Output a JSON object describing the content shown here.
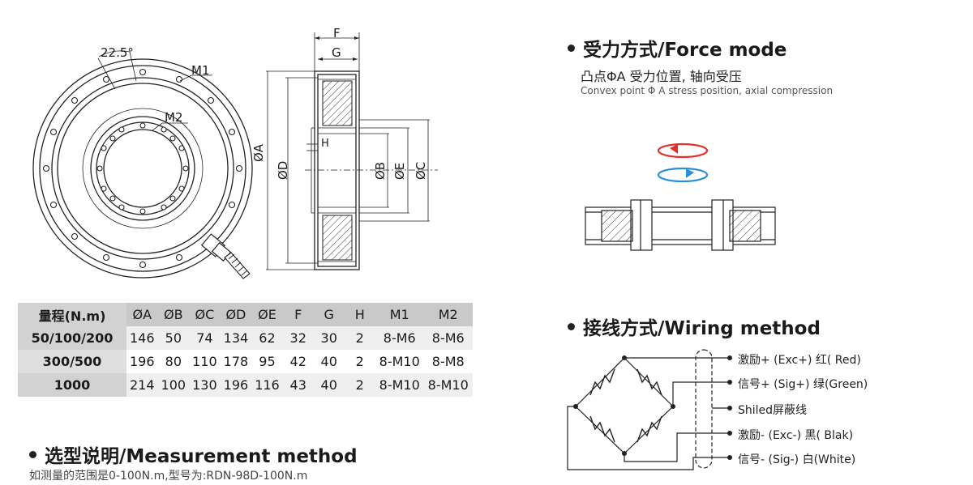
{
  "drawing": {
    "angle_label": "22.5°",
    "m1_label": "M1",
    "m2_label": "M2",
    "dim_f": "F",
    "dim_g": "G",
    "dim_h": "H",
    "dim_a": "ØA",
    "dim_d": "ØD",
    "dim_b": "ØB",
    "dim_e": "ØE",
    "dim_c": "ØC"
  },
  "spec_table": {
    "headers": [
      "量程(N.m)",
      "ØA",
      "ØB",
      "ØC",
      "ØD",
      "ØE",
      "F",
      "G",
      "H",
      "M1",
      "M2"
    ],
    "rows": [
      [
        "50/100/200",
        "146",
        "50",
        "74",
        "134",
        "62",
        "32",
        "30",
        "2",
        "8-M6",
        "8-M6"
      ],
      [
        "300/500",
        "196",
        "80",
        "110",
        "178",
        "95",
        "42",
        "40",
        "2",
        "8-M10",
        "8-M8"
      ],
      [
        "1000",
        "214",
        "100",
        "130",
        "196",
        "116",
        "43",
        "40",
        "2",
        "8-M10",
        "8-M10"
      ]
    ]
  },
  "measurement": {
    "title": "选型说明/Measurement method",
    "text": "如测量的范围是0-100N.m,型号为:RDN-98D-100N.m"
  },
  "force_mode": {
    "title": "受力方式/Force mode",
    "cn": "凸点ΦA 受力位置, 轴向受压",
    "en": "Convex point Φ A stress position, axial compression",
    "arrow_red": "#e0302a",
    "arrow_blue": "#2a8fd8"
  },
  "wiring": {
    "title": "接线方式/Wiring method",
    "labels": [
      "激励+ (Exc+)  红( Red)",
      "信号+ (Sig+)  绿(Green)",
      "Shiled屏蔽线",
      "激励-  (Exc-)  黑( Blak)",
      "信号-  (Sig-)  白(White)"
    ]
  }
}
